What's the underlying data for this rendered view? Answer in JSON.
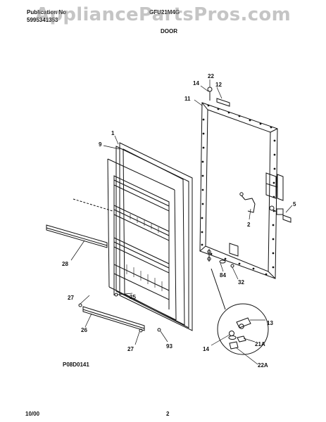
{
  "header": {
    "publication_label": "Publication No",
    "publication_number": "5995341353",
    "model": "GFU21M4G",
    "section_title": "DOOR"
  },
  "watermark": "AppliancePartsPros.com",
  "callouts": [
    "22",
    "14",
    "12",
    "11",
    "1",
    "9",
    "5",
    "2",
    "28",
    "84",
    "32",
    "13",
    "27",
    "25",
    "26",
    "21A",
    "14",
    "22A",
    "27",
    "93"
  ],
  "figure_code": "P08D0141",
  "footer": {
    "date": "10/00",
    "page": "2"
  },
  "colors": {
    "line": "#111111",
    "watermark": "#969696"
  }
}
